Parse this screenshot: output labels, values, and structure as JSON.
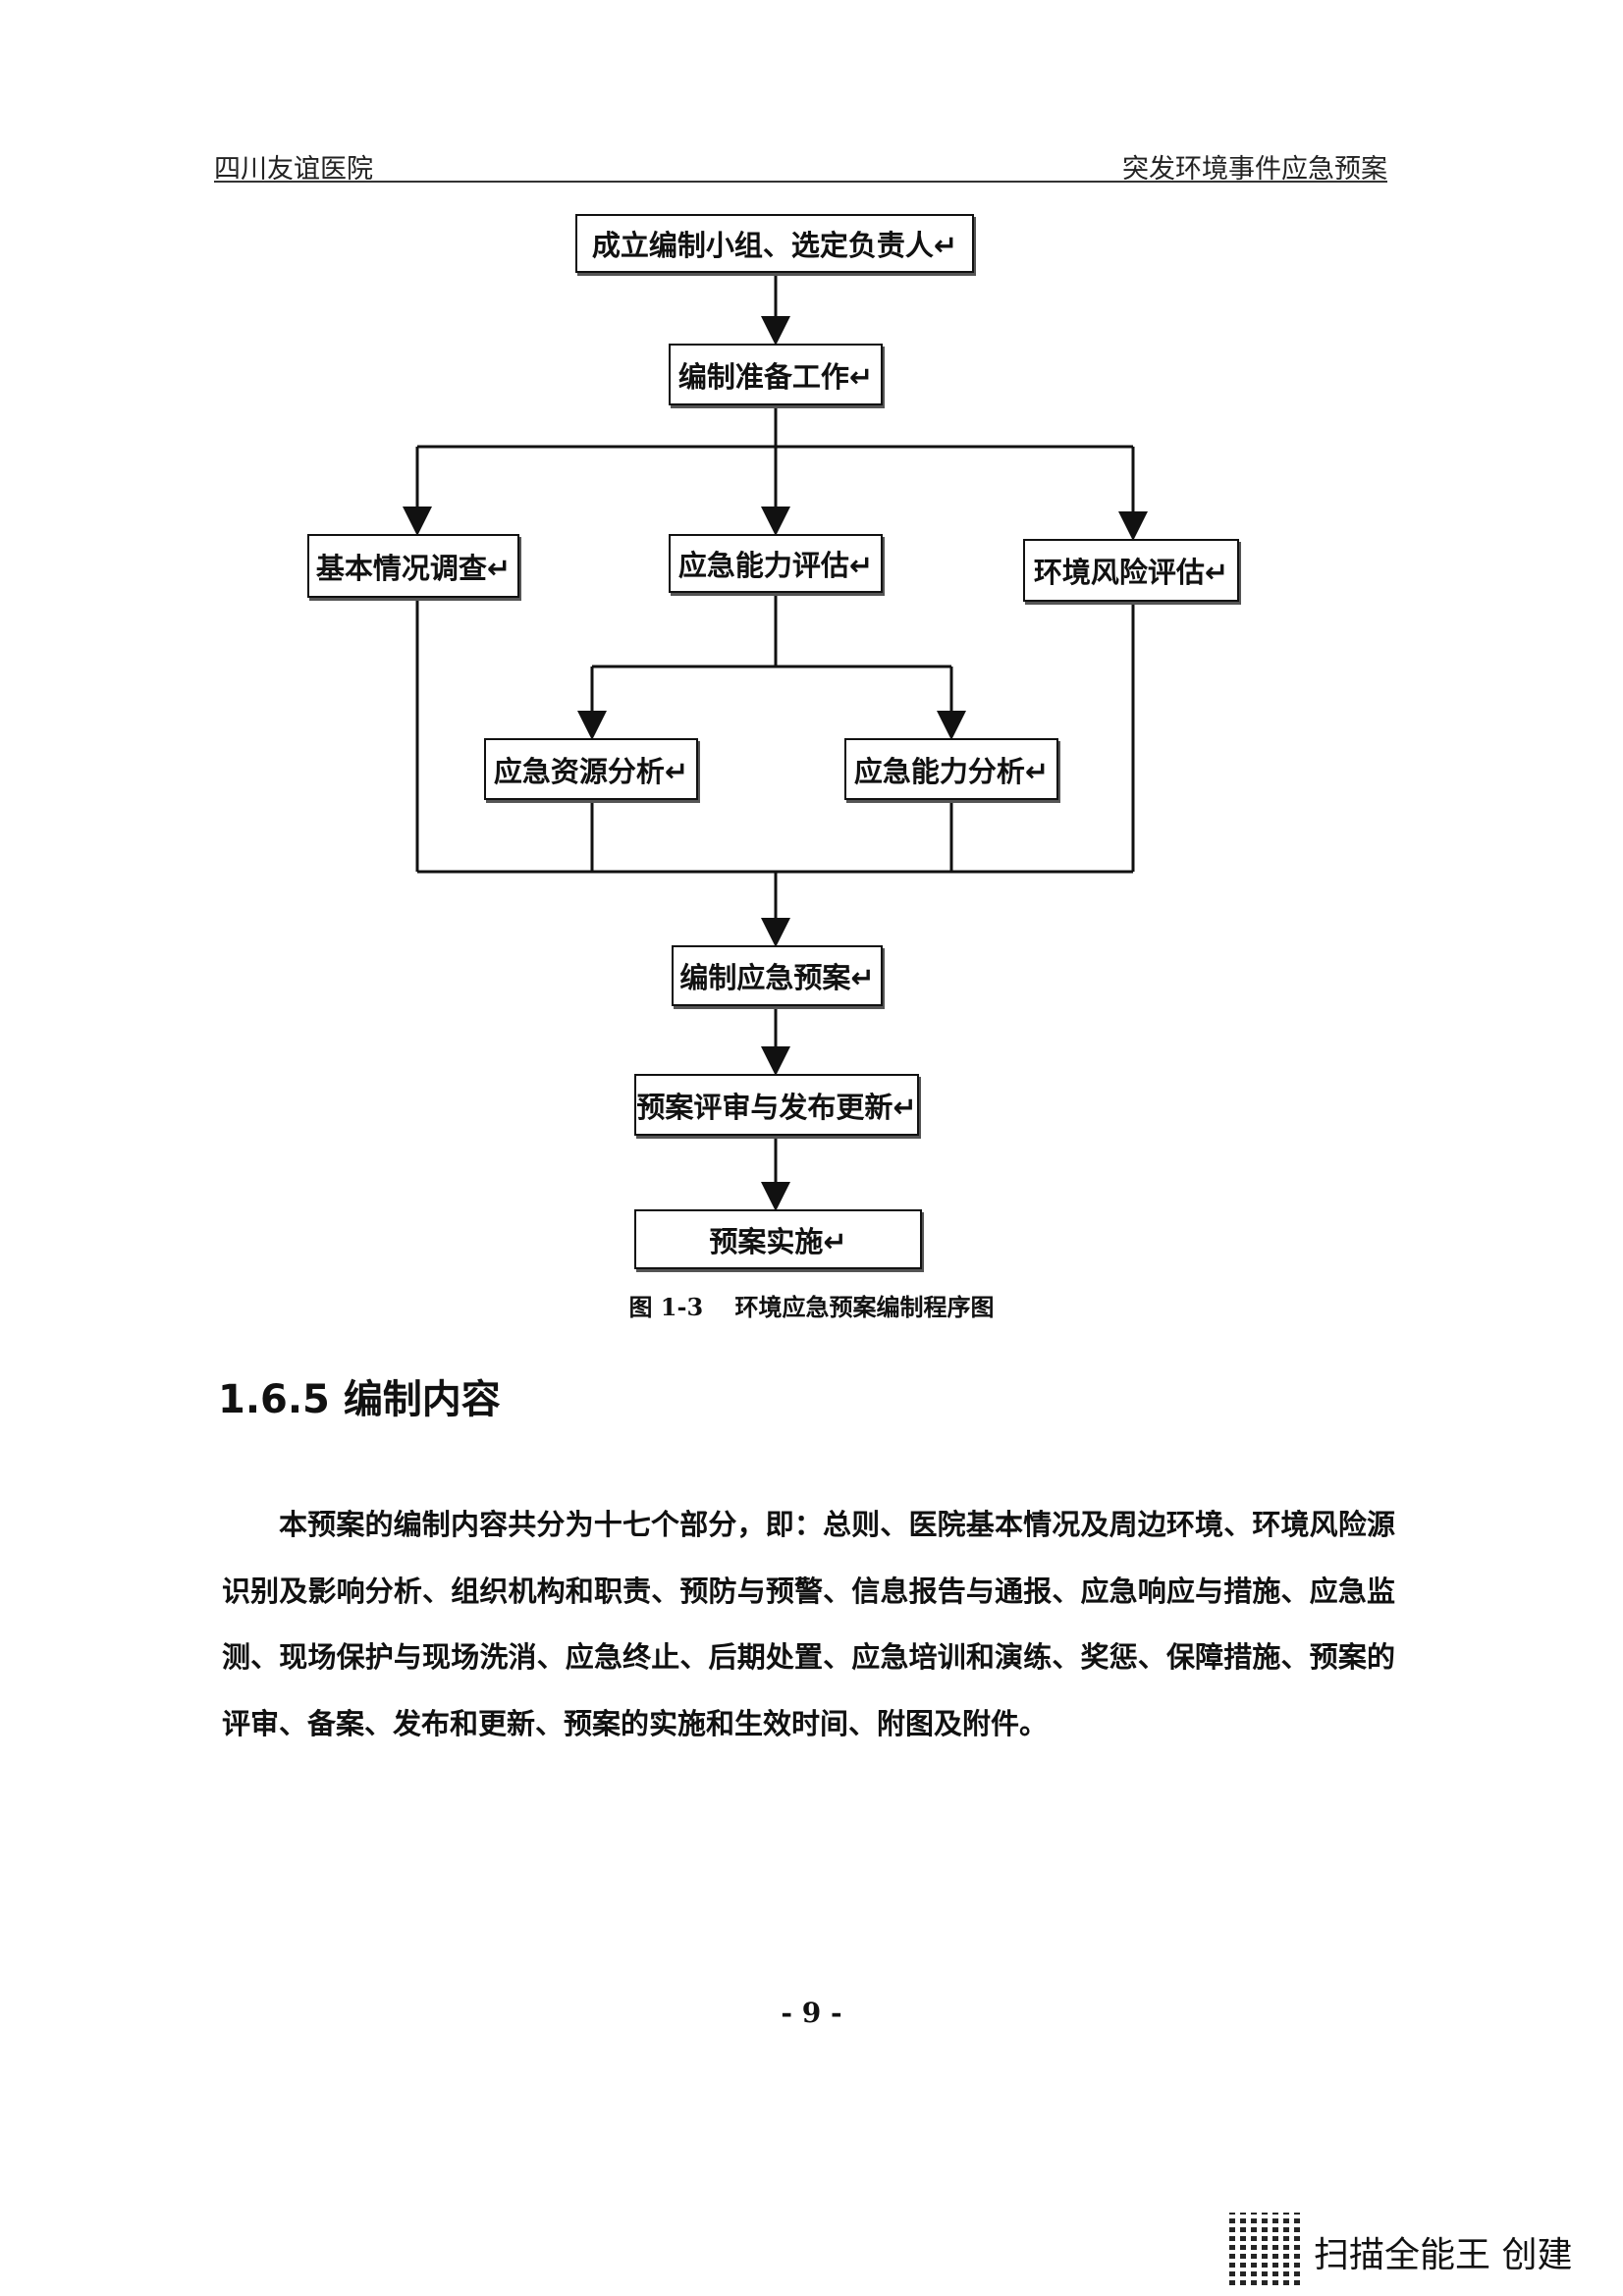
{
  "header": {
    "left": "四川友谊医院",
    "right": "突发环境事件应急预案"
  },
  "flowchart": {
    "nodes": [
      {
        "id": "form-team",
        "label": "成立编制小组、选定负责人↵"
      },
      {
        "id": "prep",
        "label": "编制准备工作↵"
      },
      {
        "id": "basic-survey",
        "label": "基本情况调查↵"
      },
      {
        "id": "capacity-eval",
        "label": "应急能力评估↵"
      },
      {
        "id": "risk-eval",
        "label": "环境风险评估↵"
      },
      {
        "id": "resource-analysis",
        "label": "应急资源分析↵"
      },
      {
        "id": "capacity-analysis",
        "label": "应急能力分析↵"
      },
      {
        "id": "compile-plan",
        "label": "编制应急预案↵"
      },
      {
        "id": "review-publish",
        "label": "预案评审与发布更新↵"
      },
      {
        "id": "implement",
        "label": "预案实施↵"
      }
    ],
    "caption": "图 1-3　 环境应急预案编制程序图"
  },
  "section": {
    "heading": "1.6.5 编制内容",
    "paragraph": "本预案的编制内容共分为十七个部分，即：总则、医院基本情况及周边环境、环境风险源识别及影响分析、组织机构和职责、预防与预警、信息报告与通报、应急响应与措施、应急监测、现场保护与现场洗消、应急终止、后期处置、应急培训和演练、奖惩、保障措施、预案的评审、备案、发布和更新、预案的实施和生效时间、附图及附件。"
  },
  "page_number": "- 9 -",
  "watermark": "扫描全能王 创建"
}
